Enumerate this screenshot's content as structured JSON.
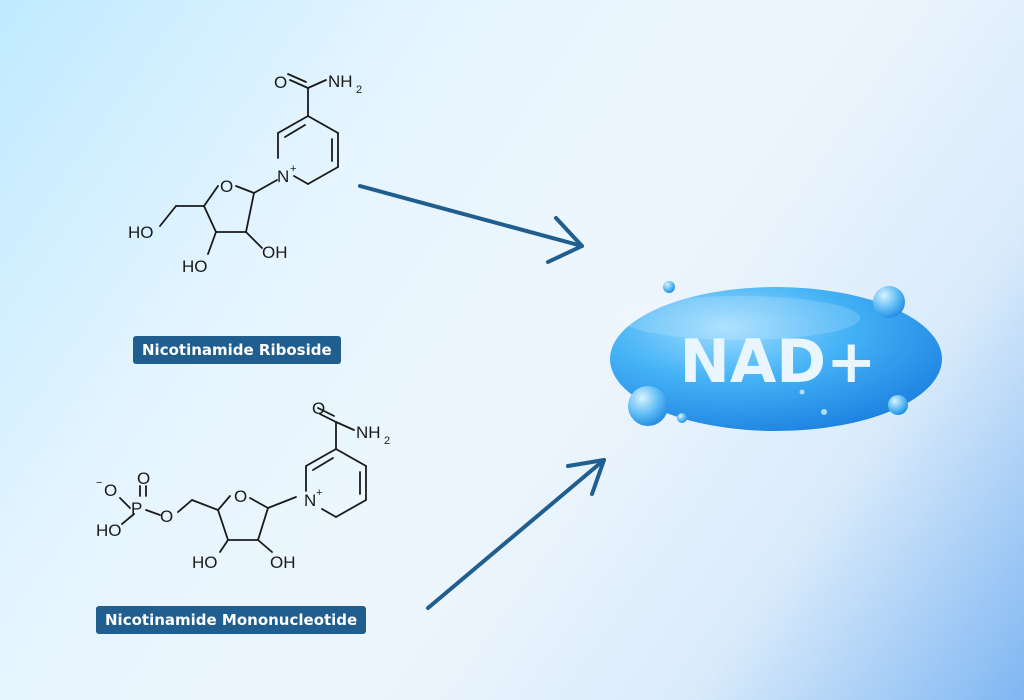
{
  "molecules": {
    "nr": {
      "name": "Nicotinamide Riboside",
      "atoms": {
        "o_carbonyl": "O",
        "nh": "NH",
        "h2": "2",
        "n": "N",
        "n_charge": "+",
        "o_ring": "O",
        "ho_left": "HO",
        "ho_bottom": "HO",
        "oh_right": "OH"
      }
    },
    "nmn": {
      "name": "Nicotinamide Mononucleotide",
      "atoms": {
        "o_carbonyl": "O",
        "nh": "NH",
        "h2": "2",
        "n": "N",
        "n_charge": "+",
        "o_ring": "O",
        "o_minus": "O",
        "minus": "−",
        "o_double": "O",
        "p": "P",
        "o_link": "O",
        "ho_p": "HO",
        "ho_bottom": "HO",
        "oh_right": "OH"
      }
    }
  },
  "target": {
    "name": "NAD+"
  },
  "colors": {
    "arrow": "#1f5e8e",
    "label_bg": "#1f5e8e",
    "blob": "#2f9fef"
  }
}
